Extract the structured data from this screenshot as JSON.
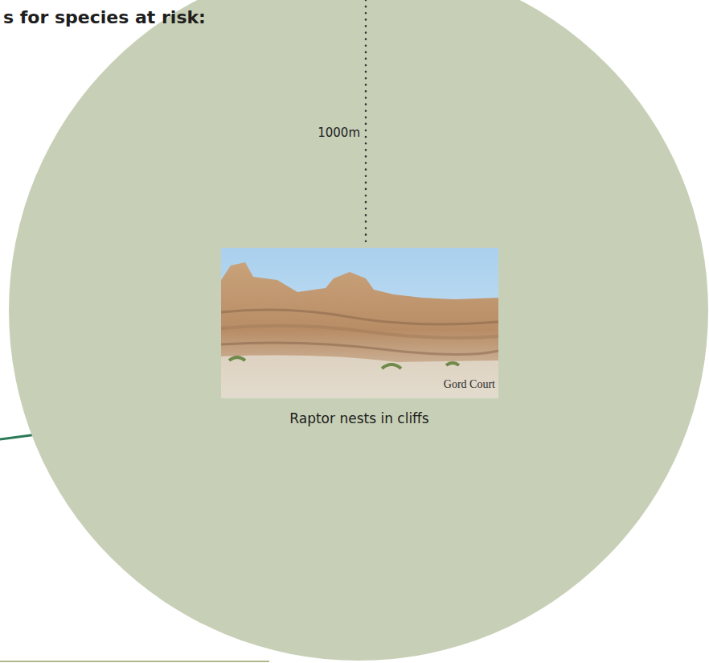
{
  "diagram": {
    "title": "s for species at risk:",
    "nodes": [
      {
        "text": [
          "Raptor nests in cliffs"
        ]
      }
    ],
    "labels": [
      "1000m",
      "Gord Court"
    ]
  }
}
